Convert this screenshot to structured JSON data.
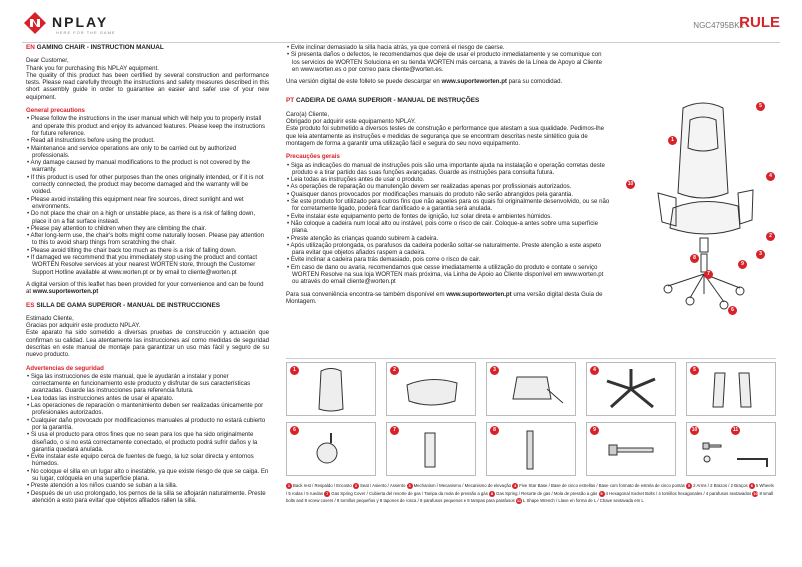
{
  "header": {
    "brand": "NPLAY",
    "tagline": "HERE FOR THE GAME",
    "model": "NGC4795BK2",
    "rule_label": "RULE"
  },
  "colors": {
    "accent": "#d8222a",
    "text": "#222222",
    "border": "#bbbbbb"
  },
  "en": {
    "code": "EN",
    "title": "GAMING CHAIR - INSTRUCTION MANUAL",
    "greeting": "Dear Customer,",
    "thanks": "Thank you for purchasing this NPLAY equipment.",
    "intro": "The quality of this product has been certified by several construction and performance tests. Please read carefully through the instructions and safety measures described in this short assembly guide in order to guarantee an easier and safer use of your new equipment.",
    "precautions_title": "General precautions",
    "precautions": [
      "Please follow the instructions in the user manual which will help you to properly install and operate this product and enjoy its advanced features. Please keep the instructions for future reference.",
      "Read all instructions before using the product.",
      "Maintenance and service operations are only to be carried out by authorized professionals.",
      "Any damage caused by manual modifications to the product is not covered by the warranty.",
      "If this product is used for other purposes than the ones originally intended, or if it is not correctly connected, the product may become damaged and the warranty will be voided.",
      "Please avoid installing this equipment near fire sources, direct sunlight and wet environments.",
      "Do not place the chair on a high or unstable place, as there is a risk of falling down, place it on a flat surface instead.",
      "Please pay attention to children when they are climbing the chair.",
      "After long-term use, the chair's bolts might come naturally loosen. Please pay attention to this to avoid sharp things from scratching the chair.",
      "Please avoid tilting the chair back too much as there is a risk of falling down.",
      "If damaged we recommend that you immediately stop using the product and contact WORTEN Resolve services at your nearest WORTEN store, through the Customer Support Hotline available at www.worten.pt or by email to cliente@worten.pt"
    ],
    "digital_prefix": "A digital version of this leaflet has been provided for your convenience and can be found at ",
    "digital_url": "www.suporteworten.pt"
  },
  "es": {
    "code": "ES",
    "title": "SILLA DE GAMA SUPERIOR - MANUAL DE INSTRUCCIONES",
    "greeting": "Estimado Cliente,",
    "thanks": "Gracias por adquirir este producto NPLAY.",
    "intro": "Este aparato ha sido sometido a diversas pruebas de construcción y actuación que confirman su calidad. Lea atentamente las instrucciones así como medidas de seguridad descritas en este manual de montaje para garantizar un uso más fácil y seguro de su nuevo producto.",
    "precautions_title": "Advertencias de seguridad",
    "precautions": [
      "Siga las instrucciones de este manual, que le ayudarán a instalar y poner correctamente en funcionamiento este producto y disfrutar de sus características avanzadas. Guarde las instrucciones para referencia futura.",
      "Lea todas las instrucciones antes de usar el aparato.",
      "Las operaciones de reparación o mantenimiento deben ser realizadas únicamente por profesionales autorizados.",
      "Cualquier daño provocado por modificaciones manuales al producto no estará cubierto por la garantía.",
      "Si usa el producto para otros fines que no sean para los que ha sido originalmente diseñado, o si no está correctamente conectado, el producto podrá sufrir daños y la garantía quedará anulada.",
      "Evite instalar este equipo cerca de fuentes de fuego, la luz solar directa y entornos húmedos.",
      "No coloque el silla en un lugar alto o inestable, ya que existe riesgo de que se caiga. En su lugar, colóquela en una superficie plana.",
      "Preste atención a los niños cuando se suban a la silla.",
      "Después de un uso prolongado, los pernos de la silla se aflojarán naturalmente. Preste atención a esto para evitar que objetos afilados rallen la silla.",
      "Evite inclinar demasiado la silla hacia atrás, ya que correrá el riesgo de caerse.",
      "Si presenta daños o defectos, le recomendamos que deje de usar el producto inmediatamente y se comunique con los servicios de WORTEN Soluciona en su tienda WORTEN más cercana, a través de la Línea de Apoyo al Cliente en www.worten.es o por correo para cliente@worten.es."
    ],
    "digital_prefix": "Una versión digital de este folleto se puede descargar en ",
    "digital_url": "www.suporteworten.pt",
    "digital_suffix": " para su comodidad."
  },
  "pt": {
    "code": "PT",
    "title": "CADEIRA DE GAMA SUPERIOR - MANUAL DE INSTRUÇÕES",
    "greeting": "Caro(a) Cliente,",
    "thanks": "Obrigado por adquirir este equipamento NPLAY.",
    "intro": "Este produto foi submetido a diversos testes de construção e performance que atestam a sua qualidade. Pedimos-lhe que leia atentamente as instruções e medidas de segurança que se encontram descritas neste sintético guia de montagem de forma a garantir uma utilização fácil e segura do seu novo equipamento.",
    "precautions_title": "Precauções gerais",
    "precautions": [
      "Siga as indicações do manual de instruções pois são uma importante ajuda na instalação e operação corretas deste produto e a tirar partido das suas funções avançadas. Guarde as instruções para consulta futura.",
      "Leia todas as instruções antes de usar o produto.",
      "As operações de reparação ou manutenção devem ser realizadas apenas por profissionais autorizados.",
      "Quaisquer danos provocados por modificações manuais do produto não serão abrangidos pela garantia.",
      "Se este produto for utilizado para outros fins que não aqueles para os quais foi originalmente desenvolvido, ou se não for corretamente ligado, poderá ficar danificado e a garantia será anulada.",
      "Evite instalar este equipamento perto de fontes de ignição, luz solar direta e ambientes húmidos.",
      "Não coloque a cadeira num local alto ou instável, pois corre o risco de cair. Coloque-a antes sobre uma superfície plana.",
      "Preste atenção às crianças quando subirem à cadeira.",
      "Após utilização prolongada, os parafusos da cadeira poderão soltar-se naturalmente. Preste atenção a este aspeto para evitar que objetos afiados raspem a cadeira.",
      "Evite inclinar a cadeira para trás demasiado, pois corre o risco de cair.",
      "Em caso de dano ou avaria, recomendamos que cesse imediatamente a utilização do produto e contate o serviço WORTEN Resolve na sua loja WORTEN mais próxima, via Linha de Apoio ao Cliente disponível em www.worten.pt ou através do email cliente@worten.pt"
    ],
    "digital_prefix": "Para sua conveniência encontra-se também disponível em ",
    "digital_url": "www.suporteworten.pt",
    "digital_suffix": " uma versão digital desta Guia de Montagem."
  },
  "diagram_numbers": [
    "1",
    "2",
    "3",
    "4",
    "5",
    "6",
    "7",
    "8",
    "9",
    "10"
  ],
  "parts": [
    {
      "num": "1",
      "icon": "back-rest-icon"
    },
    {
      "num": "2",
      "icon": "seat-icon"
    },
    {
      "num": "3",
      "icon": "mechanism-icon"
    },
    {
      "num": "4",
      "icon": "five-star-base-icon"
    },
    {
      "num": "5",
      "icon": "arms-icon"
    },
    {
      "num": "6",
      "icon": "wheels-icon"
    },
    {
      "num": "7",
      "icon": "gas-spring-cover-icon"
    },
    {
      "num": "8",
      "icon": "gas-spring-icon"
    },
    {
      "num": "9",
      "icon": "hexagonal-socket-bolts-icon"
    },
    {
      "num": "10",
      "icon": "small-bolts-screw-covers-icon"
    },
    {
      "num": "11",
      "icon": "l-shape-wrench-icon"
    }
  ],
  "legend": [
    {
      "num": "1",
      "text": "Back rest / Respaldo / Encosto"
    },
    {
      "num": "2",
      "text": "Seat / Asiento / Assento"
    },
    {
      "num": "3",
      "text": "Mechanism / Mecanismo / Mecanismo de elevação"
    },
    {
      "num": "4",
      "text": "Five Star Base / Base de cinco estrellas / Base com formato de estrela de cinco pontas"
    },
    {
      "num": "5",
      "text": "2 Arms / 2 Brazos / 2 Braços"
    },
    {
      "num": "6",
      "text": "5 Wheels / 5 rodas / 5 ruedas"
    },
    {
      "num": "7",
      "text": "Gas Spring Cover / Cubierta del resorte de gas / Tampa da mola de pressão a gás"
    },
    {
      "num": "8",
      "text": "Gas Spring / Resorte de gas / Mola de pressão a gás"
    },
    {
      "num": "9",
      "text": "4 Hexagonal Socket Bolts / 4 tornillos hexagonales / 4 parafusos sextavados"
    },
    {
      "num": "10",
      "text": "8 small bolts and 8 screw covers / 8 tornillos pequeños y 8 tapones de rosca / 8 parafusos pequenos e 8 tampas para parafusos"
    },
    {
      "num": "11",
      "text": "L Shape Wrench / Llave en forma de L / Chave sextavada em L"
    }
  ]
}
